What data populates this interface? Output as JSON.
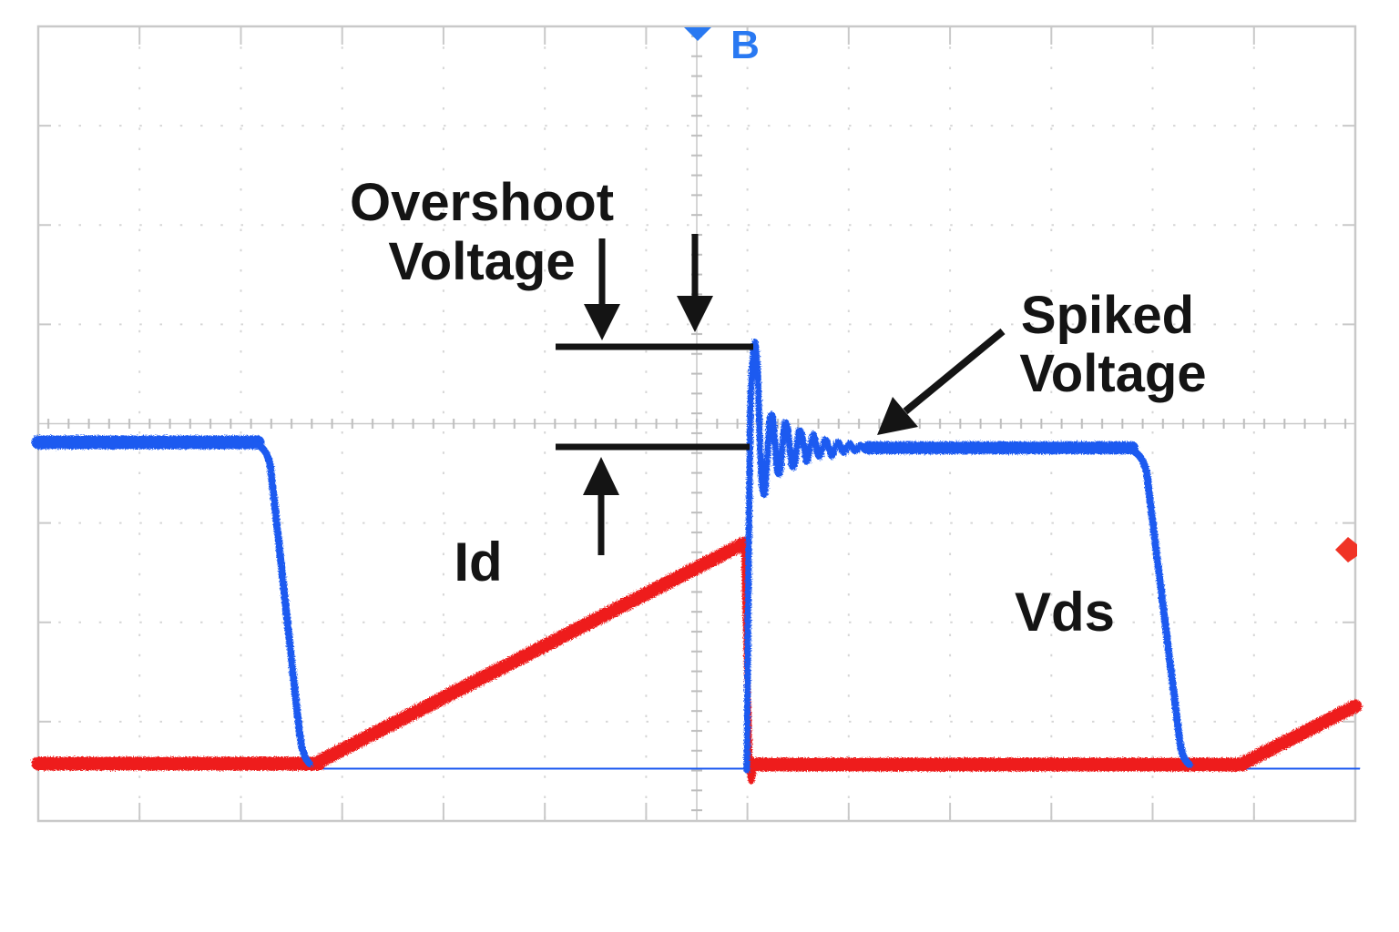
{
  "scope": {
    "trigger_label": "B",
    "labels": {
      "overshoot_line1": "Overshoot",
      "overshoot_line2": "Voltage",
      "spiked_line1": "Spiked",
      "spiked_line2": "Voltage",
      "id": "Id",
      "vds": "Vds"
    },
    "colors": {
      "vds_blue": "#1a5af0",
      "id_red": "#ee1f1f",
      "marker_blue": "#2979f2",
      "trigger_level_red": "#f03426",
      "annotation": "#141414",
      "grid": "#c9c9c9",
      "grid_dots": "#d6d6d6",
      "background": "#ffffff"
    }
  },
  "chart_data": {
    "type": "line",
    "title": "",
    "xlabel": "",
    "ylabel": "",
    "x_unit": "graticule divisions (time)",
    "y_unit": "graticule divisions above bottom edge",
    "grid": "on",
    "graticule": {
      "h_divisions": 13,
      "v_divisions": 8,
      "center_h_line": true,
      "trigger_position_div": 6.5
    },
    "legend_position": "none",
    "series": [
      {
        "name": "Vds",
        "color": "#1a5af0",
        "points": [
          [
            0,
            3.81
          ],
          [
            2.17,
            3.81
          ],
          [
            2.66,
            0.55
          ],
          [
            7.0,
            0.55
          ],
          [
            7.08,
            4.83
          ],
          [
            7.15,
            3.24
          ],
          [
            7.23,
            4.12
          ],
          [
            7.3,
            3.47
          ],
          [
            7.37,
            4.02
          ],
          [
            7.44,
            3.57
          ],
          [
            7.51,
            3.93
          ],
          [
            7.58,
            3.66
          ],
          [
            7.65,
            3.87
          ],
          [
            8.2,
            3.76
          ],
          [
            10.8,
            3.76
          ],
          [
            11.35,
            0.54
          ],
          [
            13,
            0.54
          ]
        ],
        "description": "High plateau, falls to zero, then turn-off spike with decaying ringing settling to a plateau, final fall back to zero"
      },
      {
        "name": "Id",
        "color": "#ee1f1f",
        "points": [
          [
            0,
            0.58
          ],
          [
            2.76,
            0.58
          ],
          [
            6.97,
            2.8
          ],
          [
            7.05,
            0.4
          ],
          [
            7.1,
            0.57
          ],
          [
            11.89,
            0.57
          ],
          [
            13,
            1.15
          ]
        ],
        "description": "Zero baseline, linear ramp to a peak, sharp drop with small undershoot, baseline, second ramp starting near right edge"
      }
    ],
    "annotations": [
      "Overshoot Voltage (two reference lines with arrows)",
      "Spiked Voltage (arrow pointing at ringing)",
      "Id",
      "Vds",
      "B (trigger position marker)"
    ]
  }
}
